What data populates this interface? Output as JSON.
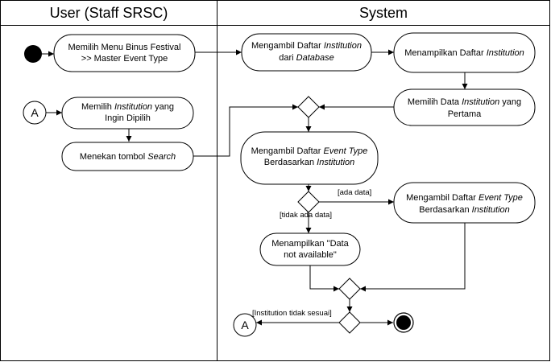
{
  "lanes": {
    "user_title": "User (Staff SRSC)",
    "system_title": "System"
  },
  "nodes": {
    "menu": {
      "line1": "Memilih Menu Binus Festival",
      "line2": ">> Master Event Type"
    },
    "pilih_institution": {
      "line1_pre": "Memilih ",
      "line1_em": "Institution",
      "line1_post": " yang",
      "line2": "Ingin Dipilih"
    },
    "tombol_search": {
      "pre": "Menekan tombol ",
      "em": "Search"
    },
    "ambil_institution": {
      "line1_pre": "Mengambil Daftar ",
      "line1_em": "Institution",
      "line2_pre": "dari ",
      "line2_em": "Database"
    },
    "tampil_institution": {
      "pre": "Menampilkan Daftar ",
      "em": "Institution"
    },
    "pilih_data_pertama": {
      "line1_pre": "Memilih Data ",
      "line1_em": "Institution",
      "line1_post": " yang",
      "line2": "Pertama"
    },
    "ambil_event_type_1": {
      "line1_pre": "Mengambil Daftar ",
      "line1_em": "Event Type",
      "line2_pre": "Berdasarkan ",
      "line2_em": "Institution"
    },
    "ambil_event_type_2": {
      "line1_pre": "Mengambil Daftar ",
      "line1_em": "Event Type",
      "line2_pre": "Berdasarkan ",
      "line2_em": "Institution"
    },
    "data_not_available": {
      "line1": "Menampilkan \"Data",
      "line2": "not available\""
    }
  },
  "guards": {
    "ada_data": "[ada data]",
    "tidak_ada_data": "[tidak ada data]",
    "institution_tidak_sesuai": "[Institution tidak sesuai]"
  },
  "connectors": {
    "start_label": "A",
    "end_label": "A"
  }
}
